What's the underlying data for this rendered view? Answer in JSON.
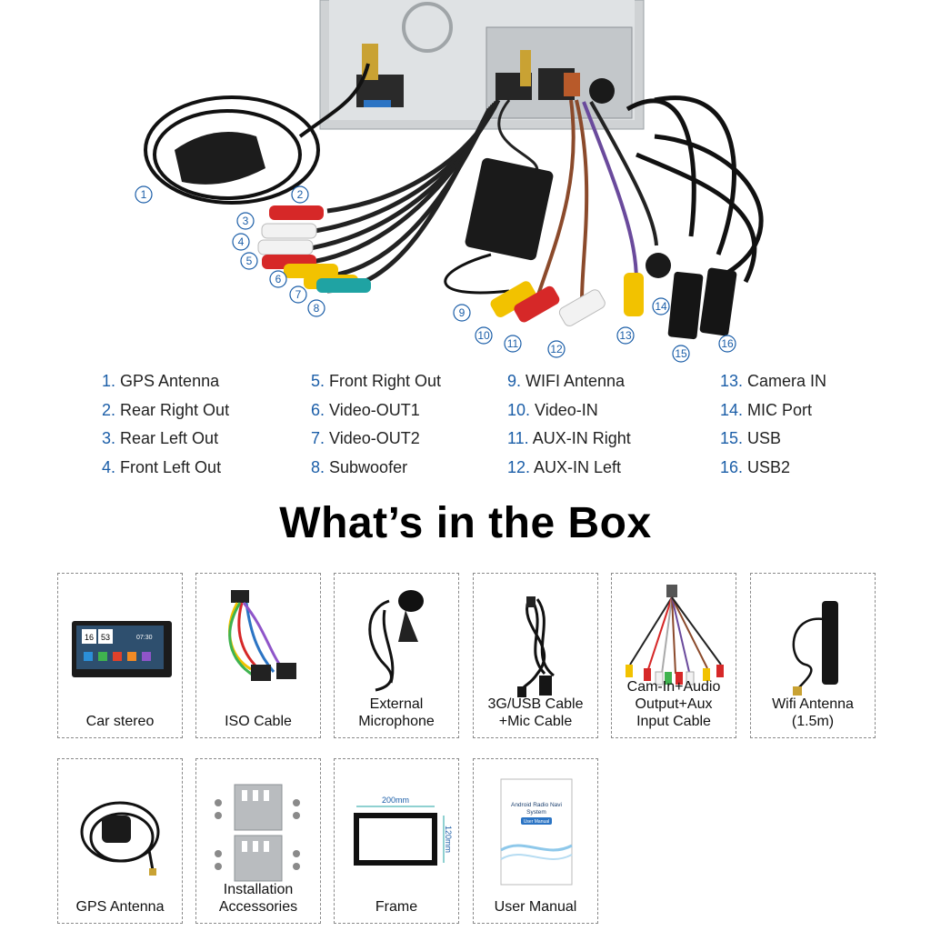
{
  "callouts": [
    "1",
    "2",
    "3",
    "4",
    "5",
    "6",
    "7",
    "8",
    "9",
    "10",
    "11",
    "12",
    "13",
    "14",
    "15",
    "16"
  ],
  "legend": [
    {
      "num": "1.",
      "label": "GPS Antenna"
    },
    {
      "num": "2.",
      "label": "Rear Right Out"
    },
    {
      "num": "3.",
      "label": "Rear Left Out"
    },
    {
      "num": "4.",
      "label": "Front Left Out"
    },
    {
      "num": "5.",
      "label": "Front Right Out"
    },
    {
      "num": "6.",
      "label": "Video-OUT1"
    },
    {
      "num": "7.",
      "label": "Video-OUT2"
    },
    {
      "num": "8.",
      "label": "Subwoofer"
    },
    {
      "num": "9.",
      "label": "WIFI Antenna"
    },
    {
      "num": "10.",
      "label": "Video-IN"
    },
    {
      "num": "11.",
      "label": "AUX-IN Right"
    },
    {
      "num": "12.",
      "label": "AUX-IN Left"
    },
    {
      "num": "13.",
      "label": "Camera IN"
    },
    {
      "num": "14.",
      "label": "MIC Port"
    },
    {
      "num": "15.",
      "label": "USB"
    },
    {
      "num": "16.",
      "label": "USB2"
    }
  ],
  "heading": "What’s in the Box",
  "box_items": [
    {
      "label": "Car stereo",
      "icon": "car-stereo-icon"
    },
    {
      "label": "ISO Cable",
      "icon": "iso-cable-icon"
    },
    {
      "label": "External\nMicrophone",
      "icon": "microphone-icon"
    },
    {
      "label": "3G/USB Cable\n+Mic Cable",
      "icon": "usb-cable-icon"
    },
    {
      "label": "Cam-In+Audio\nOutput+Aux\nInput Cable",
      "icon": "rca-cable-icon"
    },
    {
      "label": "Wifi Antenna\n(1.5m)",
      "icon": "wifi-antenna-icon"
    },
    {
      "label": "GPS Antenna",
      "icon": "gps-antenna-icon"
    },
    {
      "label": "Installation\nAccessories",
      "icon": "brackets-icon"
    },
    {
      "label": "Frame",
      "icon": "frame-icon"
    },
    {
      "label": "User Manual",
      "icon": "manual-icon"
    }
  ],
  "stereo_screen": {
    "clock_h": "16",
    "clock_m": "53",
    "time": "07:30"
  },
  "frame_dims": {
    "width": "200mm",
    "height": "120mm"
  },
  "manual": {
    "title": "Android Radio Navi\nSystem",
    "subtitle": "User Manual"
  },
  "colors": {
    "callout": "#1b5ea8",
    "red": "#d62828",
    "white": "#f2f2f2",
    "yellow": "#f2c200",
    "teal": "#1fa3a3",
    "cable": "#111111"
  }
}
